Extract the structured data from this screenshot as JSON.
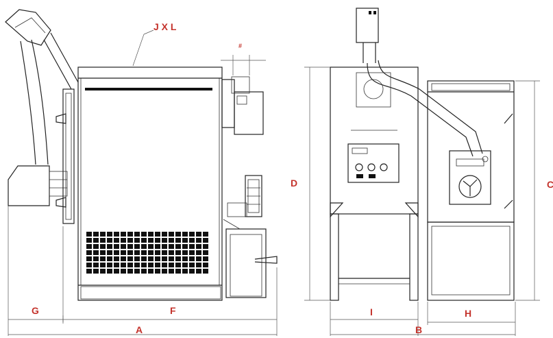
{
  "labels": {
    "jxl": "J X L",
    "hash": "#",
    "d": "D",
    "c": "C",
    "g": "G",
    "f": "F",
    "a": "A",
    "i": "I",
    "b": "B",
    "h": "H"
  },
  "colors": {
    "label": "#c4332c",
    "line": "#222222",
    "background": "#ffffff"
  }
}
